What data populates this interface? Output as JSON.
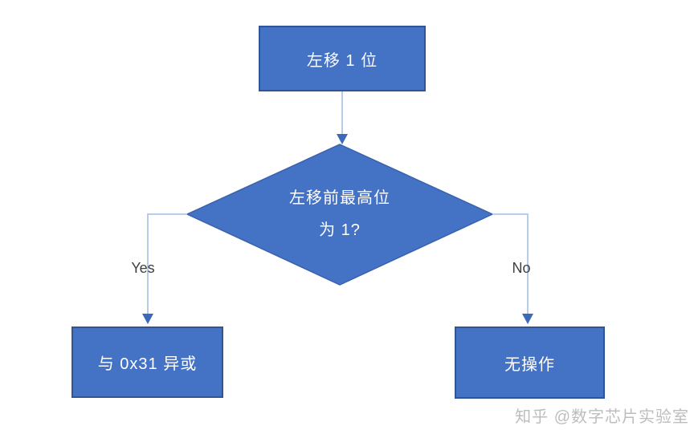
{
  "flowchart": {
    "nodes": [
      {
        "id": "start",
        "type": "process",
        "label": "左移 1 位"
      },
      {
        "id": "decision",
        "type": "decision",
        "label_line1": "左移前最高位",
        "label_line2": "为 1?"
      },
      {
        "id": "yes-action",
        "type": "process",
        "label": "与 0x31 异或"
      },
      {
        "id": "no-action",
        "type": "process",
        "label": "无操作"
      }
    ],
    "edges": [
      {
        "from": "start",
        "to": "decision",
        "label": ""
      },
      {
        "from": "decision",
        "to": "yes-action",
        "label": "Yes"
      },
      {
        "from": "decision",
        "to": "no-action",
        "label": "No"
      }
    ],
    "colors": {
      "node_fill": "#4472C4",
      "node_border": "#2F5597",
      "node_text": "#FFFFFF",
      "connector_line": "#AEC6E8",
      "arrowhead": "#3E68B8",
      "edge_label_text": "#3F3F3F",
      "watermark_text": "#BDBDBD",
      "background": "#FFFFFF"
    }
  },
  "watermark": {
    "text": "知乎 @数字芯片实验室"
  }
}
